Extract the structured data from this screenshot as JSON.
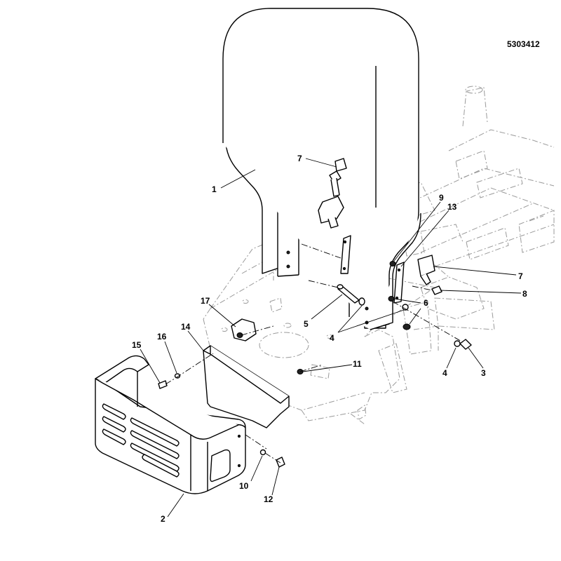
{
  "document_number": "5303412",
  "callouts": [
    {
      "id": "c1",
      "label": "1"
    },
    {
      "id": "c2",
      "label": "2"
    },
    {
      "id": "c3",
      "label": "3"
    },
    {
      "id": "c4a",
      "label": "4"
    },
    {
      "id": "c4b",
      "label": "4"
    },
    {
      "id": "c5",
      "label": "5"
    },
    {
      "id": "c6",
      "label": "6"
    },
    {
      "id": "c7a",
      "label": "7"
    },
    {
      "id": "c7b",
      "label": "7"
    },
    {
      "id": "c8",
      "label": "8"
    },
    {
      "id": "c9",
      "label": "9"
    },
    {
      "id": "c10",
      "label": "10"
    },
    {
      "id": "c11",
      "label": "11"
    },
    {
      "id": "c12",
      "label": "12"
    },
    {
      "id": "c13",
      "label": "13"
    },
    {
      "id": "c14",
      "label": "14"
    },
    {
      "id": "c15",
      "label": "15"
    },
    {
      "id": "c16",
      "label": "16"
    },
    {
      "id": "c17",
      "label": "17"
    }
  ]
}
